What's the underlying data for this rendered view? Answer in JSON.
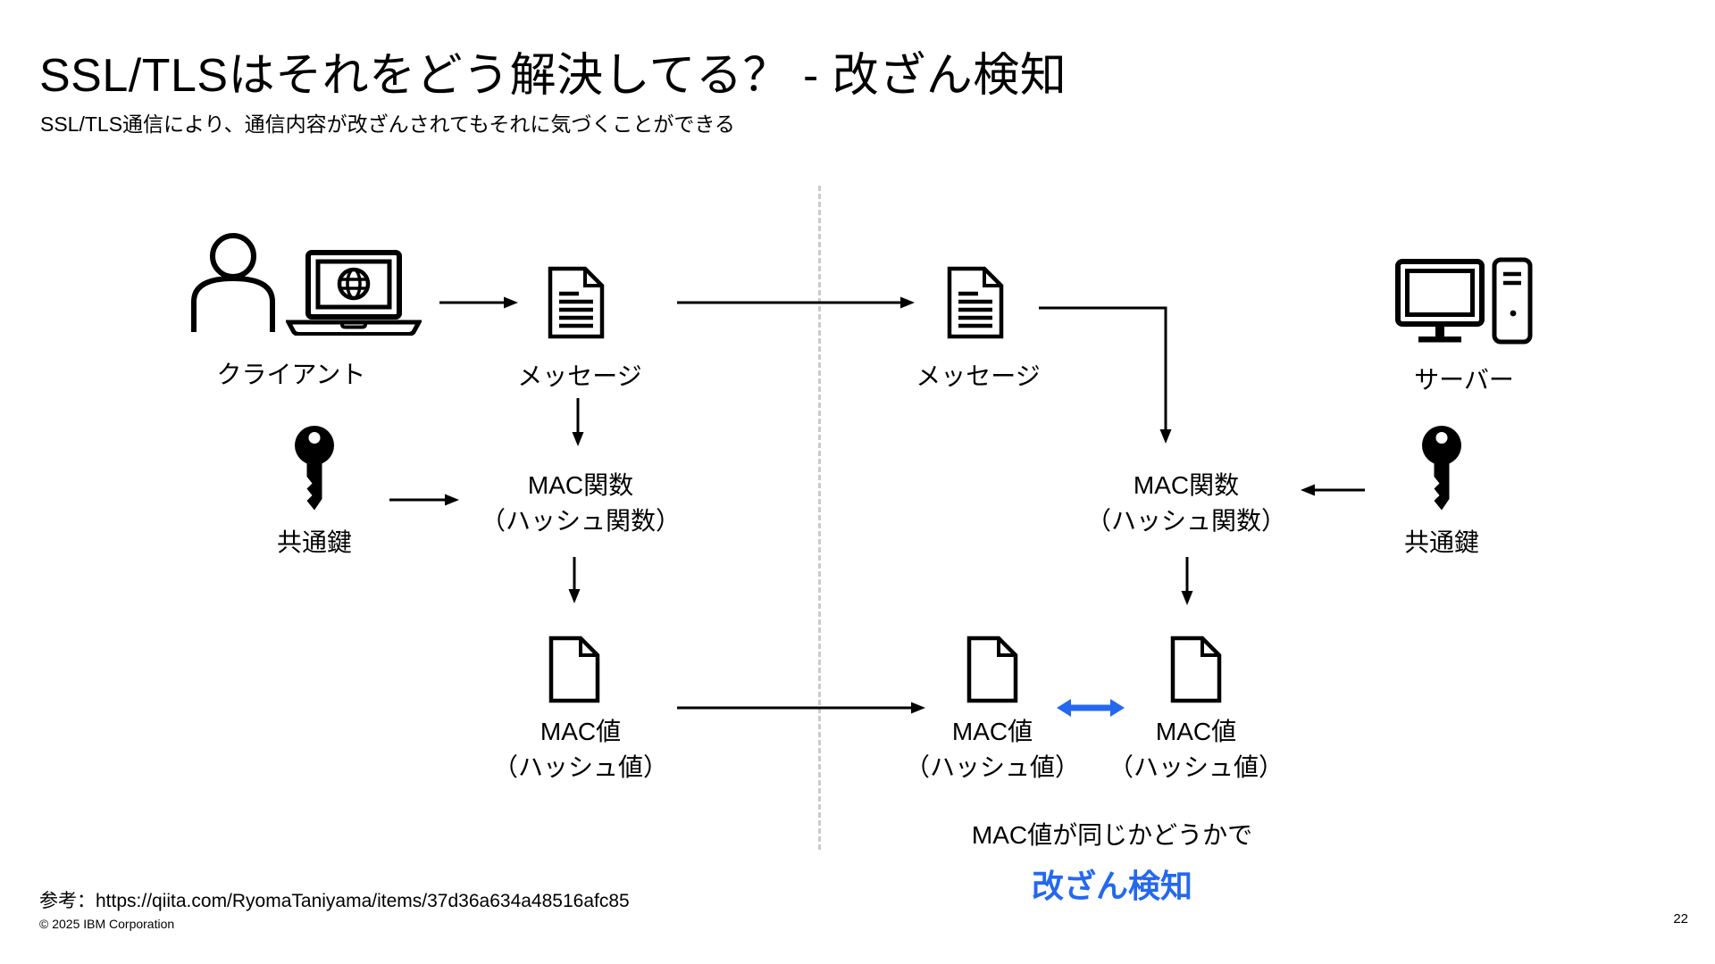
{
  "slide": {
    "title": "SSL/TLSはそれをどう解決してる？ - 改ざん検知",
    "subtitle": "SSL/TLS通信により、通信内容が改ざんされてもそれに気づくことができる"
  },
  "footer": {
    "reference": "参考：https://qiita.com/RyomaTaniyama/items/37d36a634a48516afc85",
    "copyright": "© 2025 IBM Corporation",
    "page_number": "22"
  },
  "diagram": {
    "client": {
      "label": "クライアント"
    },
    "server": {
      "label": "サーバー"
    },
    "message_left": {
      "label": "メッセージ"
    },
    "message_right": {
      "label": "メッセージ"
    },
    "shared_key_left": {
      "label": "共通鍵"
    },
    "shared_key_right": {
      "label": "共通鍵"
    },
    "mac_function_left": {
      "line1": "MAC関数",
      "line2": "（ハッシュ関数）"
    },
    "mac_function_right": {
      "line1": "MAC関数",
      "line2": "（ハッシュ関数）"
    },
    "mac_value_left": {
      "line1": "MAC値",
      "line2": "（ハッシュ値）"
    },
    "mac_value_received": {
      "line1": "MAC値",
      "line2": "（ハッシュ値）"
    },
    "mac_value_server": {
      "line1": "MAC値",
      "line2": "（ハッシュ値）"
    },
    "caption": {
      "line1": "MAC値が同じかどうかで",
      "line2": "改ざん検知"
    }
  },
  "colors": {
    "accent_blue": "#2468f0",
    "divider_gray": "#cbcbcb",
    "ink": "#000000"
  }
}
